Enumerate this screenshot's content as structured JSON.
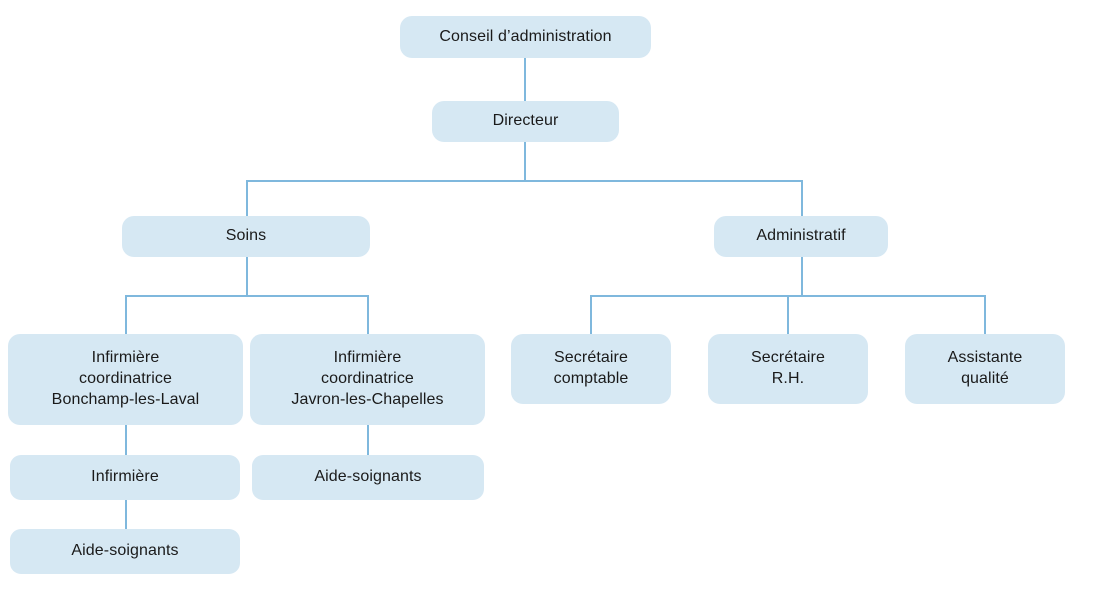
{
  "diagram": {
    "type": "organizational-chart",
    "title": "",
    "colors": {
      "node_fill": "#d6e8f3",
      "connector": "#7fb8dd",
      "text": "#1a1a1a",
      "background": "#ffffff"
    },
    "nodes": [
      {
        "id": "conseil",
        "label": "Conseil d’administration",
        "level": 0,
        "parent": null
      },
      {
        "id": "directeur",
        "label": "Directeur",
        "level": 1,
        "parent": "conseil"
      },
      {
        "id": "soins",
        "label": "Soins",
        "level": 2,
        "parent": "directeur"
      },
      {
        "id": "administratif",
        "label": "Administratif",
        "level": 2,
        "parent": "directeur"
      },
      {
        "id": "coord-bonchamp",
        "label": "Infirmière\ncoordinatrice\nBonchamp-les-Laval",
        "level": 3,
        "parent": "soins"
      },
      {
        "id": "coord-javron",
        "label": "Infirmière\ncoordinatrice\nJavron-les-Chapelles",
        "level": 3,
        "parent": "soins"
      },
      {
        "id": "infirmiere",
        "label": "Infirmière",
        "level": 4,
        "parent": "coord-bonchamp"
      },
      {
        "id": "aide-soignants-javron",
        "label": "Aide-soignants",
        "level": 4,
        "parent": "coord-javron"
      },
      {
        "id": "aide-soignants-bonchamp",
        "label": "Aide-soignants",
        "level": 5,
        "parent": "infirmiere"
      },
      {
        "id": "secretaire-comptable",
        "label": "Secrétaire\ncomptable",
        "level": 3,
        "parent": "administratif"
      },
      {
        "id": "secretaire-rh",
        "label": "Secrétaire\nR.H.",
        "level": 3,
        "parent": "administratif"
      },
      {
        "id": "assistante-qualite",
        "label": "Assistante\nqualité",
        "level": 3,
        "parent": "administratif"
      }
    ]
  }
}
